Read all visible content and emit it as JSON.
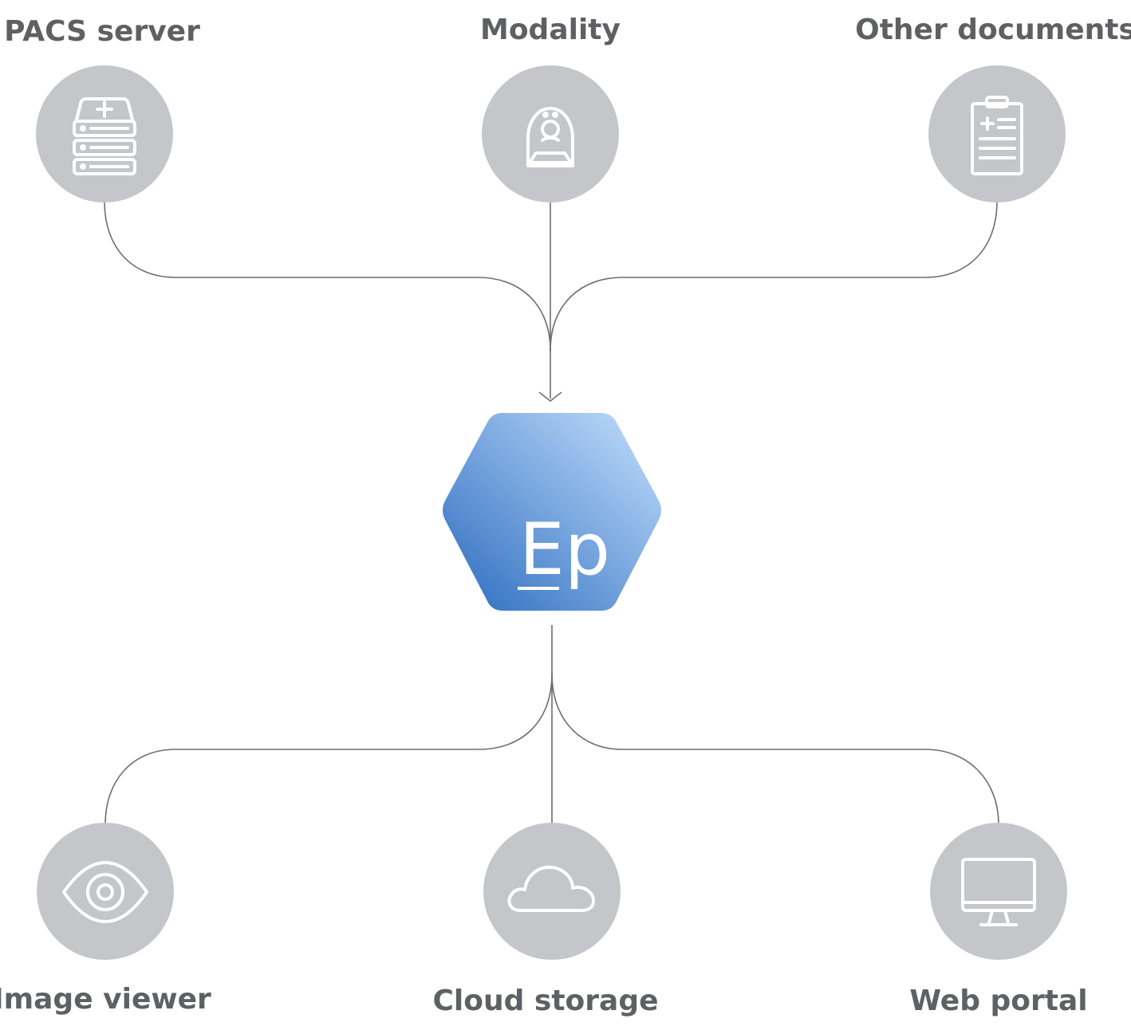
{
  "diagram": {
    "inputs": [
      {
        "label": "PACS server",
        "icon": "server-icon"
      },
      {
        "label": "Modality",
        "icon": "scanner-icon"
      },
      {
        "label": "Other documents",
        "icon": "clipboard-icon"
      }
    ],
    "hub": {
      "text": "Ep",
      "icon": "hexagon-logo",
      "gradient_start": "#2b6bbf",
      "gradient_end": "#b8d8fa"
    },
    "outputs": [
      {
        "label": "Image viewer",
        "icon": "eye-icon"
      },
      {
        "label": "Cloud storage",
        "icon": "cloud-icon"
      },
      {
        "label": "Web portal",
        "icon": "monitor-icon"
      }
    ],
    "colors": {
      "node_fill": "#c4c6ca",
      "label_text": "#5f6063",
      "connector": "#6e6e6e"
    }
  }
}
